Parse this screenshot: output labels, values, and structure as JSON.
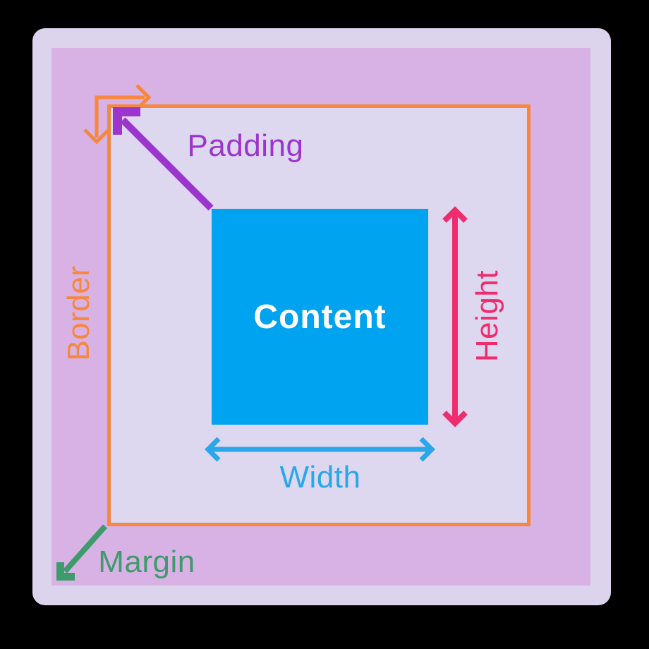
{
  "diagram": {
    "title": "CSS box model diagram",
    "labels": {
      "content": "Content",
      "padding": "Padding",
      "border": "Border",
      "margin": "Margin",
      "width": "Width",
      "height": "Height"
    },
    "colors": {
      "page_background": "#000000",
      "outer_surface": "#DCD3ED",
      "margin_fill": "#D8B2E4",
      "padding_fill": "#DED7F0",
      "border_orange": "#F6873D",
      "content_blue": "#00A3EF",
      "content_text": "#FFFFFF",
      "padding_purple": "#9C34CE",
      "width_blue": "#29A7E9",
      "height_pink": "#EE2D6E",
      "margin_green": "#3E9B6C"
    }
  }
}
